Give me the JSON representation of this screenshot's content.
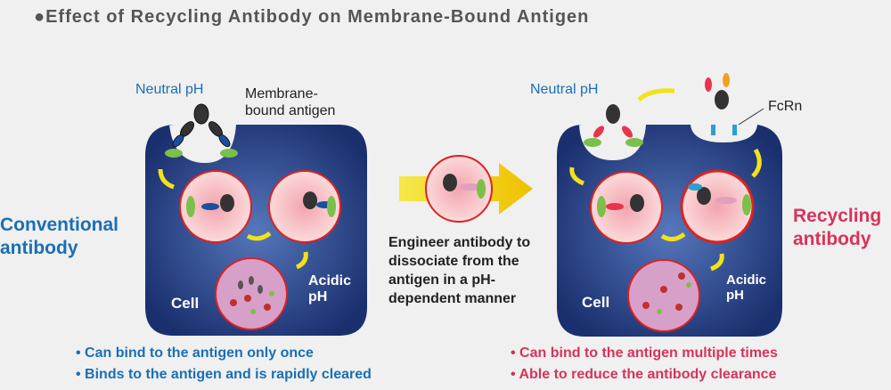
{
  "title": "●Effect of Recycling Antibody on Membrane-Bound Antigen",
  "left": {
    "neutral_ph": "Neutral pH",
    "antigen_label": [
      "Membrane-",
      "bound antigen"
    ],
    "heading": [
      "Conventional",
      "antibody"
    ],
    "cell": "Cell",
    "acidic_ph": [
      "Acidic",
      "pH"
    ],
    "bullets": [
      "• Can bind to the antigen only once",
      "• Binds to the antigen and is rapidly cleared"
    ]
  },
  "middle": {
    "text": "Engineer antibody to dissociate from the antigen in a pH-dependent manner"
  },
  "right": {
    "neutral_ph": "Neutral pH",
    "fcrn_label": "FcRn",
    "heading": [
      "Recycling",
      "antibody"
    ],
    "cell": "Cell",
    "acidic_ph": [
      "Acidic",
      "pH"
    ],
    "bullets": [
      "• Can bind to the antigen multiple times",
      "• Able to reduce the antibody clearance"
    ]
  },
  "colors": {
    "blue": "#1a6fb5",
    "red": "#d8335a",
    "cell": "#1e3577",
    "arrow": "#f2e21a"
  }
}
